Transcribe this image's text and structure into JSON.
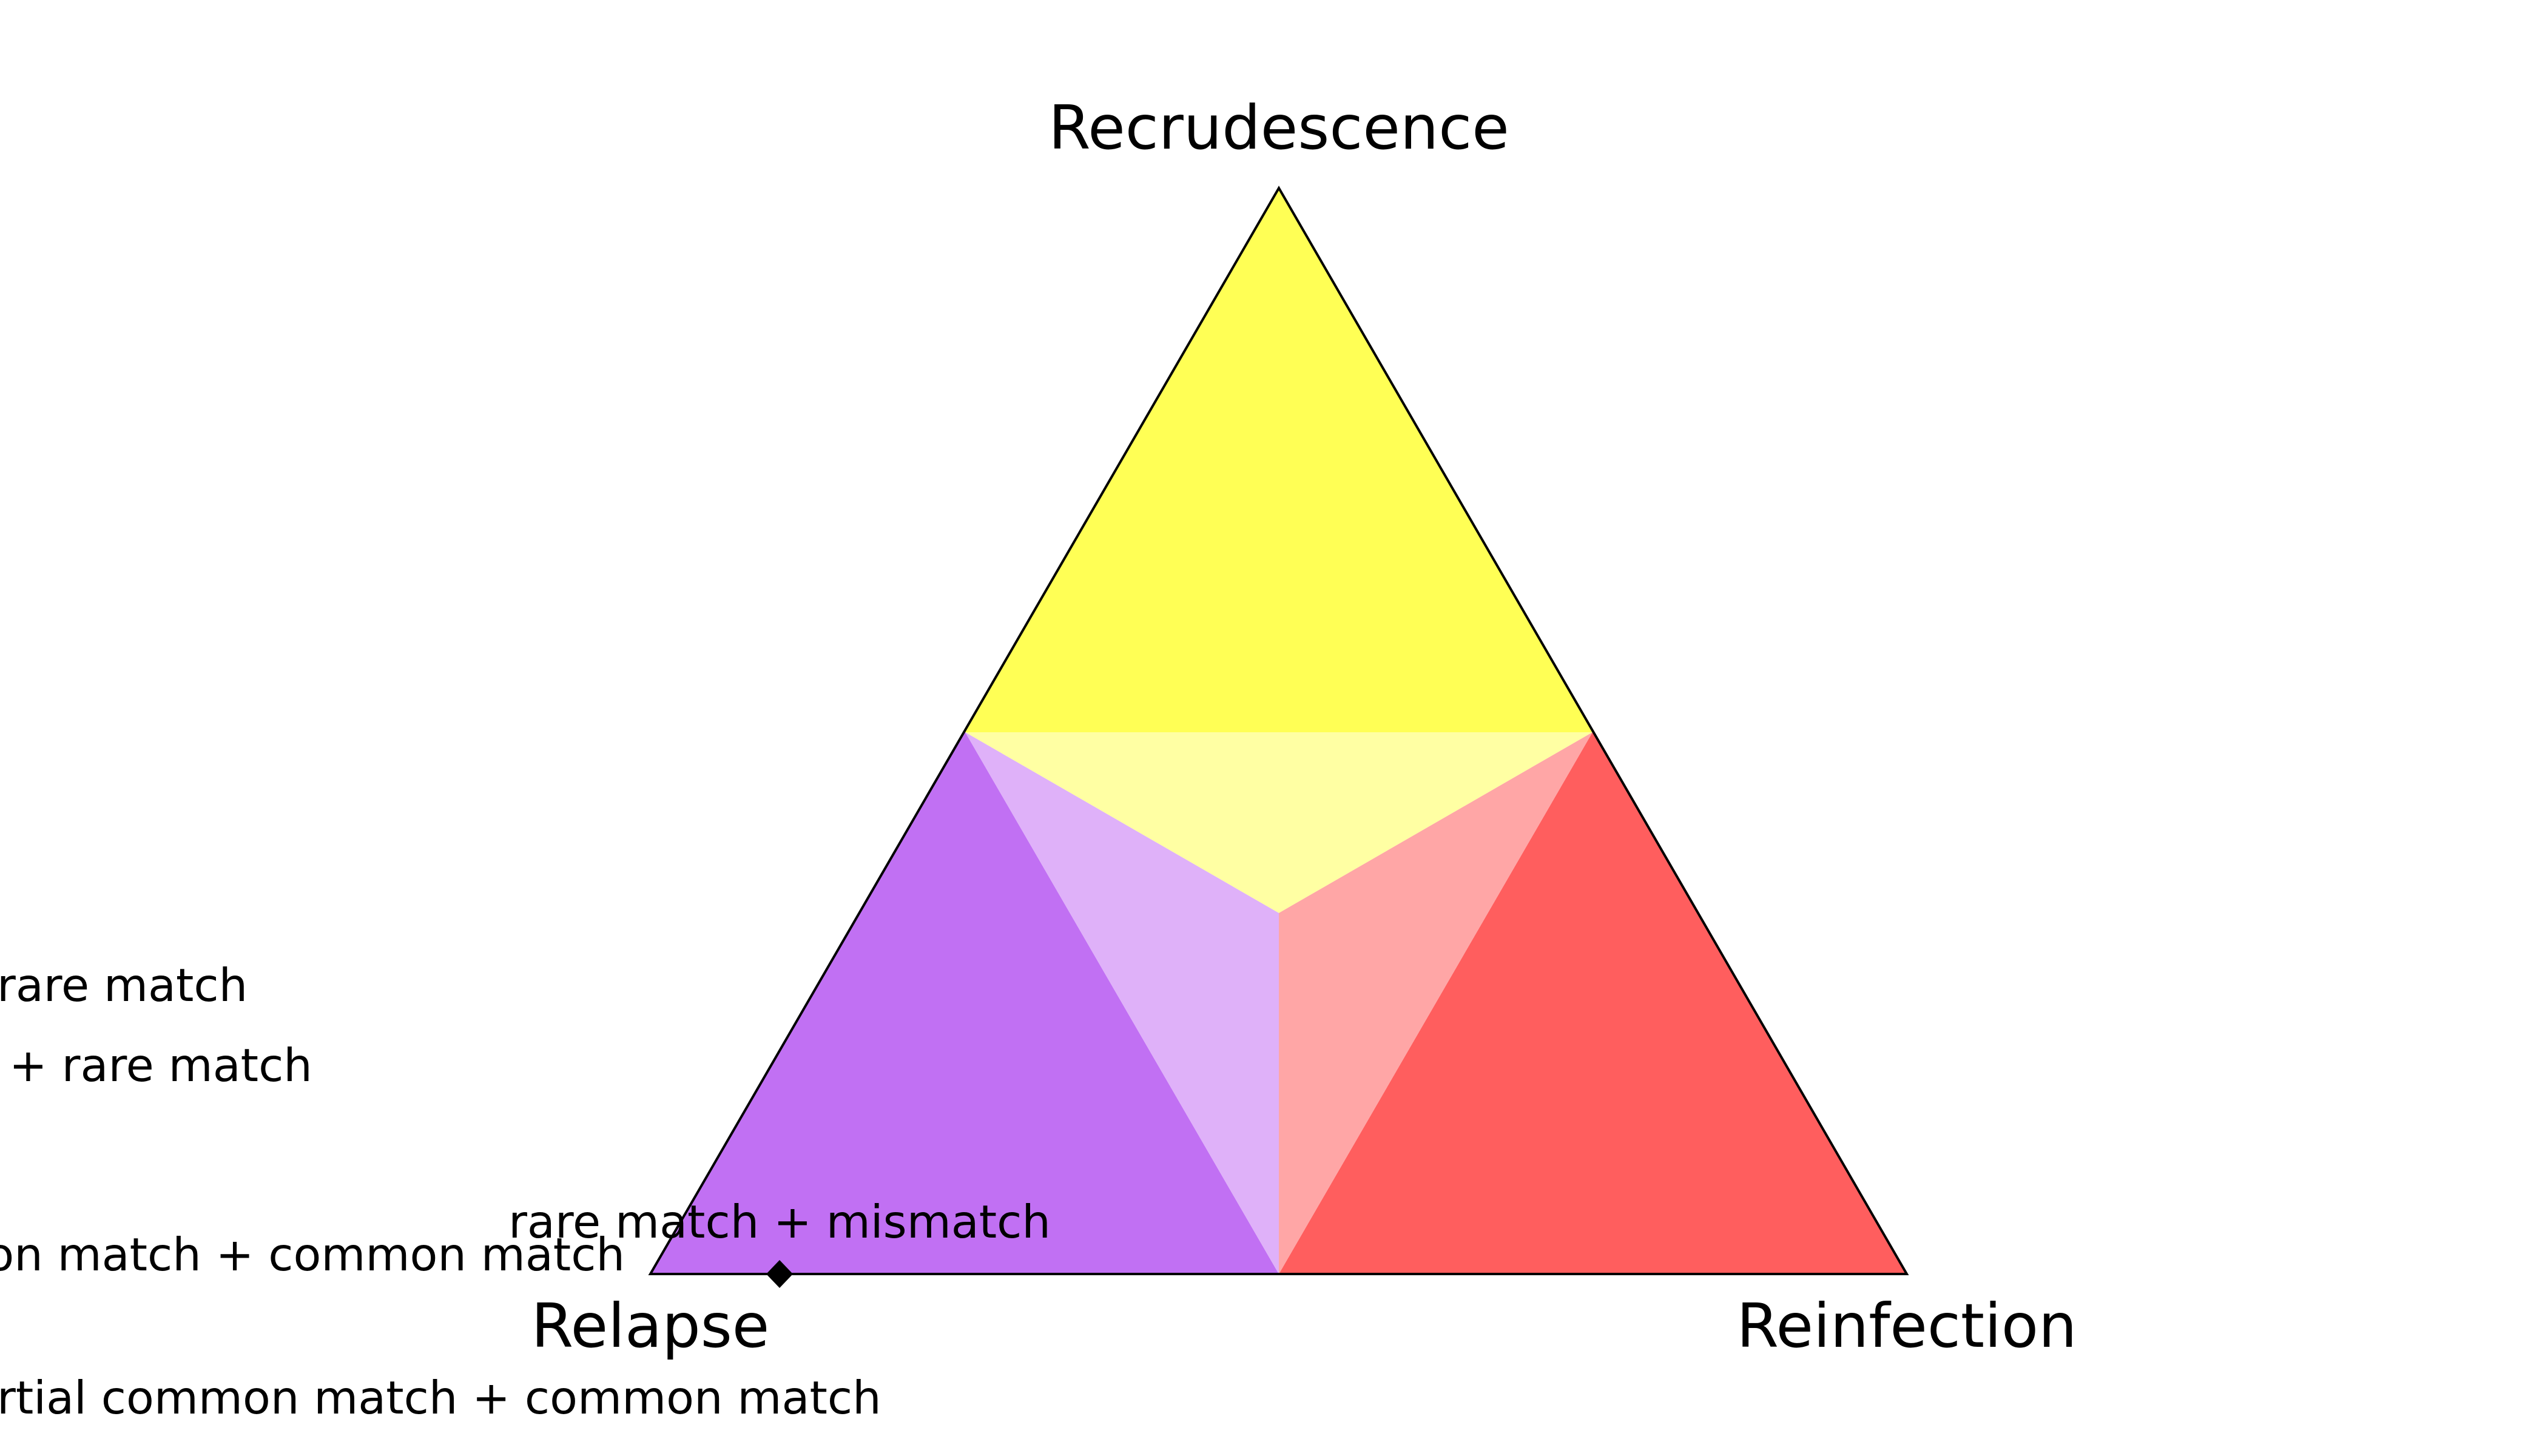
{
  "vertices": {
    "top": "Recrudescence",
    "left": "Relapse",
    "right": "Reinfection"
  },
  "annotations": [
    "rare match",
    "+ rare match",
    "rare match + mismatch",
    "on match + common match",
    "rtial common match + common match"
  ],
  "colors": {
    "recrudescence": "#ffff55",
    "recrudescence_light": "#ffffa3",
    "relapse": "#c170f3",
    "relapse_light": "#dfb1f9",
    "reinfection": "#ff5e5e",
    "reinfection_light": "#ffa6a6",
    "outline": "#000000"
  },
  "marker": {
    "shape": "diamond"
  }
}
